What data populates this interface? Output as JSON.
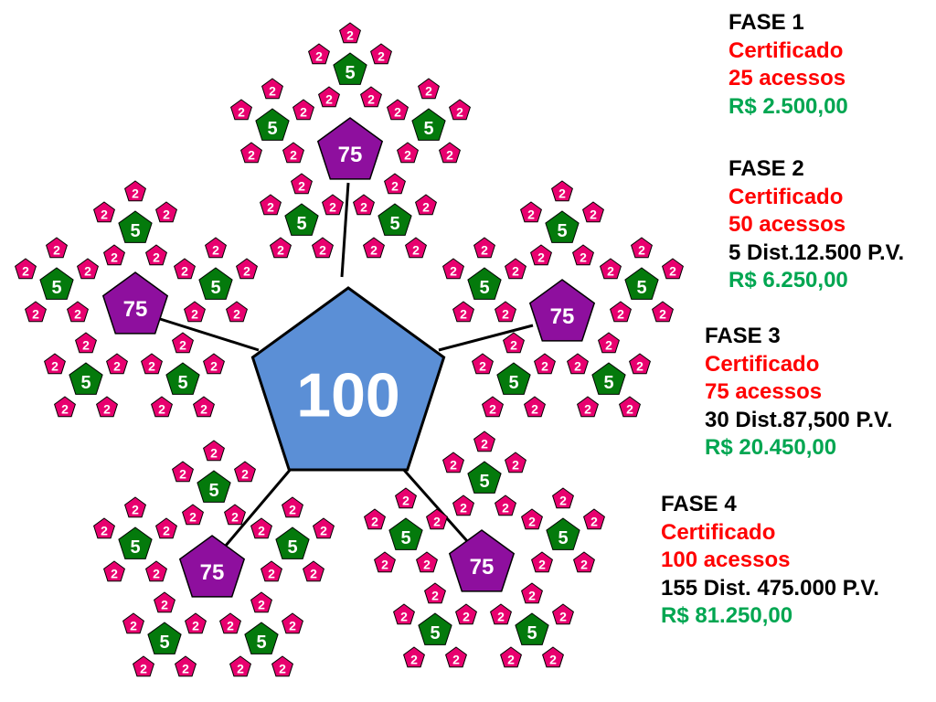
{
  "diagram": {
    "center_label": "100",
    "branch_label": "75",
    "group_label": "5",
    "leaf_label": "2",
    "colors": {
      "center": "#5b8fd6",
      "branch": "#8e0f9e",
      "group": "#047a0c",
      "leaf": "#e8006f",
      "line": "#000000"
    }
  },
  "phases": [
    {
      "title": "FASE 1",
      "certificate": "Certificado",
      "access": "25 acessos",
      "distribution": "",
      "amount": "R$ 2.500,00"
    },
    {
      "title": "FASE 2",
      "certificate": "Certificado",
      "access": "50 acessos",
      "distribution": "5 Dist.12.500 P.V.",
      "amount": "R$ 6.250,00"
    },
    {
      "title": "FASE 3",
      "certificate": "Certificado",
      "access": "75 acessos",
      "distribution": "30 Dist.87,500 P.V.",
      "amount": "R$ 20.450,00"
    },
    {
      "title": "FASE 4",
      "certificate": "Certificado",
      "access": "100 acessos",
      "distribution": "155 Dist. 475.000 P.V.",
      "amount": "R$ 81.250,00"
    }
  ]
}
